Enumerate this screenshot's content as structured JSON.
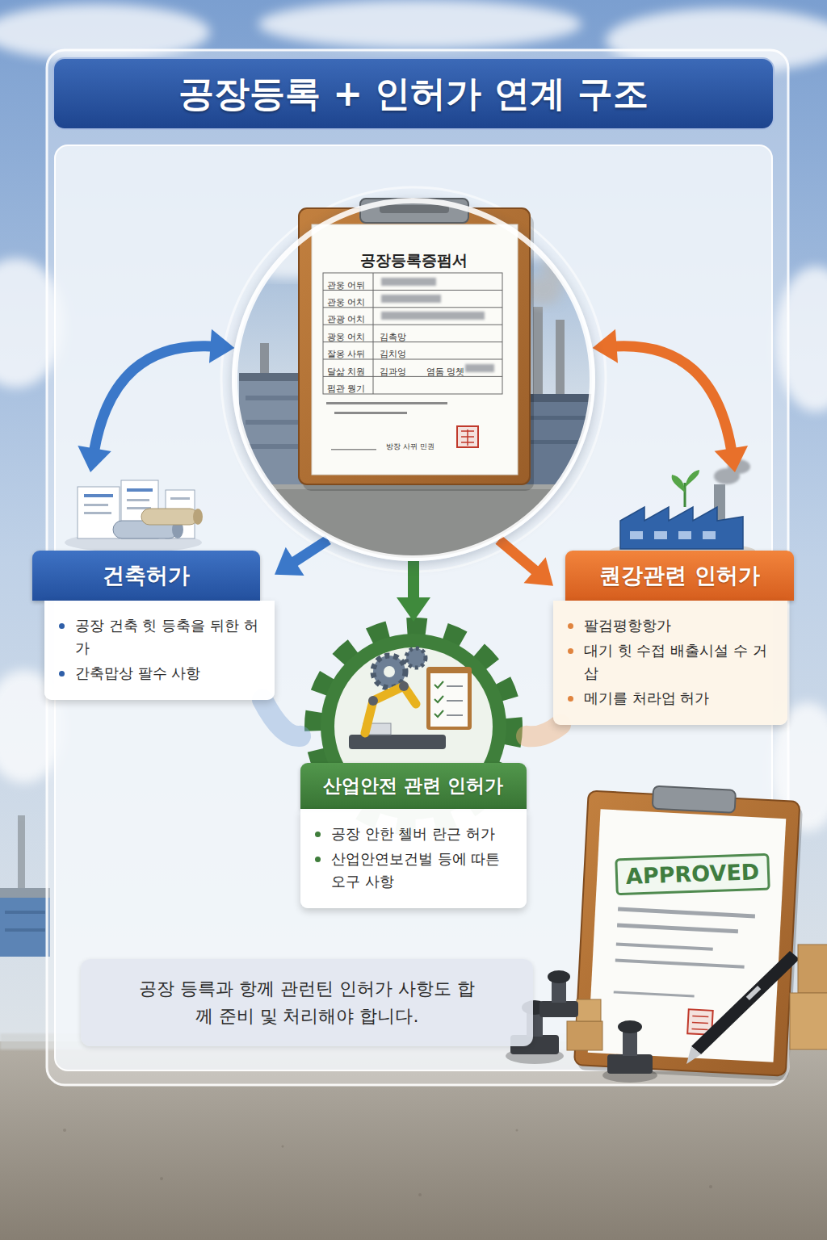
{
  "diagram": {
    "title": "공장등록 + 인허가 연계 구조",
    "nodes": [
      {
        "text": [
          "공장등록증펌서"
        ]
      },
      {
        "text": [
          "건축허가",
          "공장 건축 힛 등축을 뒤한 허가",
          "간축맙상 팔수 사항"
        ]
      },
      {
        "text": [
          "퀀강관련 인허가",
          "팔검평항항가",
          "대기 힛 수접 배출시설 수 거삽",
          "메기를 처라업 허가"
        ]
      },
      {
        "text": [
          "산업안전 관련 인허가",
          "공장 안한 첼버 란근 허가",
          "산업안연보건벌 등에 따튼 오구 사항"
        ]
      },
      {
        "text": [
          "공장 등륵과 항께 관런틴 인허가 사항도 합께 준비 및 처리해야 합니다."
        ]
      }
    ],
    "edges": [
      {
        "from": 0,
        "to": 1,
        "arrow": "both"
      },
      {
        "from": 0,
        "to": 2,
        "arrow": "both"
      },
      {
        "from": 0,
        "to": 1,
        "arrow": "to"
      },
      {
        "from": 0,
        "to": 3,
        "arrow": "to"
      },
      {
        "from": 0,
        "to": 2,
        "arrow": "to"
      },
      {
        "from": 1,
        "to": 3,
        "arrow": "none"
      },
      {
        "from": 2,
        "to": 3,
        "arrow": "none"
      }
    ],
    "labels": [
      "관웅 어뒤",
      "관웅 어치",
      "관광 어치",
      "광웅 어치",
      "김촉망",
      "잘옹 사뒤",
      "김치엉",
      "달삶 치원",
      "김과엉",
      "염돔 멍쳇",
      "펌관 뭥기",
      "방장 사뀌 민권",
      "APPROVED"
    ]
  }
}
